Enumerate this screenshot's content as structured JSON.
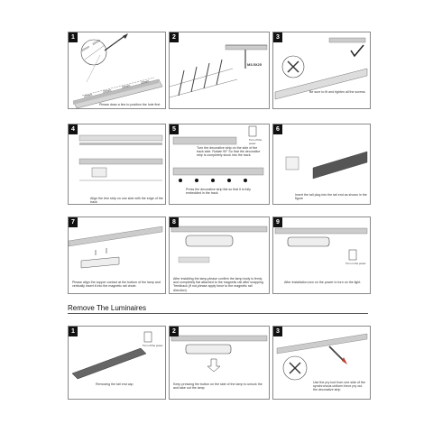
{
  "steps": [
    {
      "num": "1",
      "caption": "Please draw a line to position the hole first",
      "dims": [
        "20mm",
        "20mm",
        "20mm",
        "20mm",
        "20mm",
        "20mm"
      ]
    },
    {
      "num": "2",
      "screw_label": "M3.5X25"
    },
    {
      "num": "3",
      "caption": "Be sure to fit and tighten all the screws"
    },
    {
      "num": "4",
      "caption": "Align the trim strip on one side with the edge of the track"
    },
    {
      "num": "5",
      "power_note": "Turn off the power",
      "caption_top": "Turn the decorative strip on the side of the track side. Rotate 90° So that the decorative strip is completely stuck into the track.",
      "caption_bottom": "Press the decorative strip flat so that it is fully embedded in the track"
    },
    {
      "num": "6",
      "caption": "Insert the tail plug into the tail end as shown in the figure"
    },
    {
      "num": "7",
      "caption": "Please align the copper contact at the bottom of the lamp and vertically insert it into the magnetic rail chute."
    },
    {
      "num": "8",
      "caption": "After installing the lamp,please confirm the lamp body is firmly and completely flat attached to the magnetic rail after snapping \"feedback (If not,please apply force to the magnetic rail direction)"
    },
    {
      "num": "9",
      "caption": "After installation,turn on the power to turn on the light.",
      "power_note": "Turn on the power"
    }
  ],
  "section_title": "Remove The Luminaires",
  "remove_steps": [
    {
      "num": "1",
      "caption": "Removing the tail end cap",
      "power_note": "Turn off the power"
    },
    {
      "num": "2",
      "caption": "Keep pressing the button on the side of the lamp to unlock the and take out the lamp"
    },
    {
      "num": "3",
      "caption": "Use the pry tool from one side of the synchronous uniform force pry out the decorative strip"
    }
  ]
}
